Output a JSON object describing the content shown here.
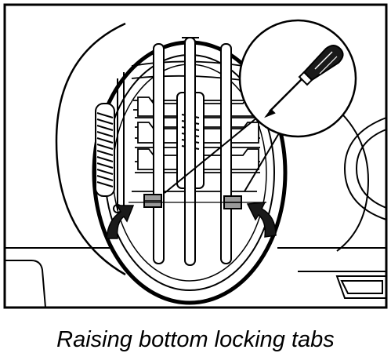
{
  "figure": {
    "caption": "Raising bottom locking tabs"
  },
  "colors": {
    "ink": "#000000",
    "paper": "#ffffff",
    "arrow_fill": "#1a1a1a",
    "tab_fill": "#9a9a9a"
  },
  "icons": {
    "tool": "flat-blade-screwdriver",
    "arrows": "curved-up-arrow"
  }
}
